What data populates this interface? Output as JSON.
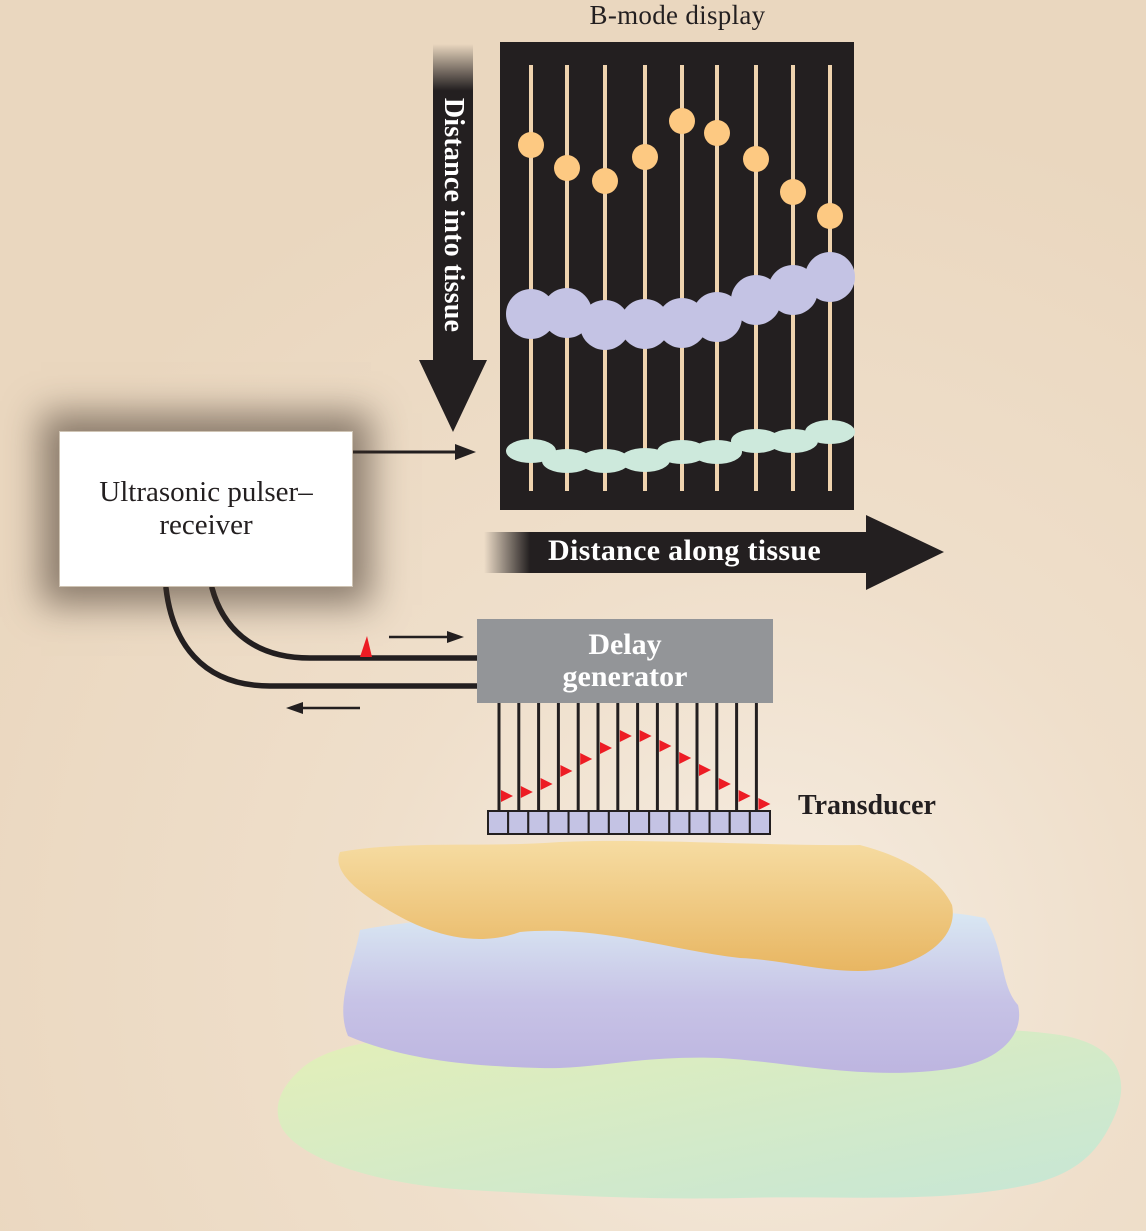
{
  "display": {
    "title": "B-mode display"
  },
  "axes": {
    "depth_label": "Distance into tissue",
    "lateral_label": "Distance along tissue"
  },
  "pulser": {
    "label": "Ultrasonic pulser–receiver"
  },
  "delay": {
    "label": "Delay generator"
  },
  "transducer": {
    "label": "Transducer"
  },
  "colors": {
    "background": "#ecdcc6",
    "display_bg": "#231f20",
    "scan_line": "#efd3ae",
    "echo_top": "#fdc982",
    "echo_middle": "#c4c3e4",
    "echo_bottom": "#cde9dc",
    "pulse": "#ed1c24",
    "delay_box": "#939598",
    "transducer_element": "#c4c3e4",
    "tissue_top": "#edbf69",
    "tissue_middle": "#c5c1e6",
    "tissue_bottom": "#d4ecc8"
  },
  "icons": [
    "down-arrow-icon",
    "right-arrow-icon",
    "pulse-icon"
  ]
}
